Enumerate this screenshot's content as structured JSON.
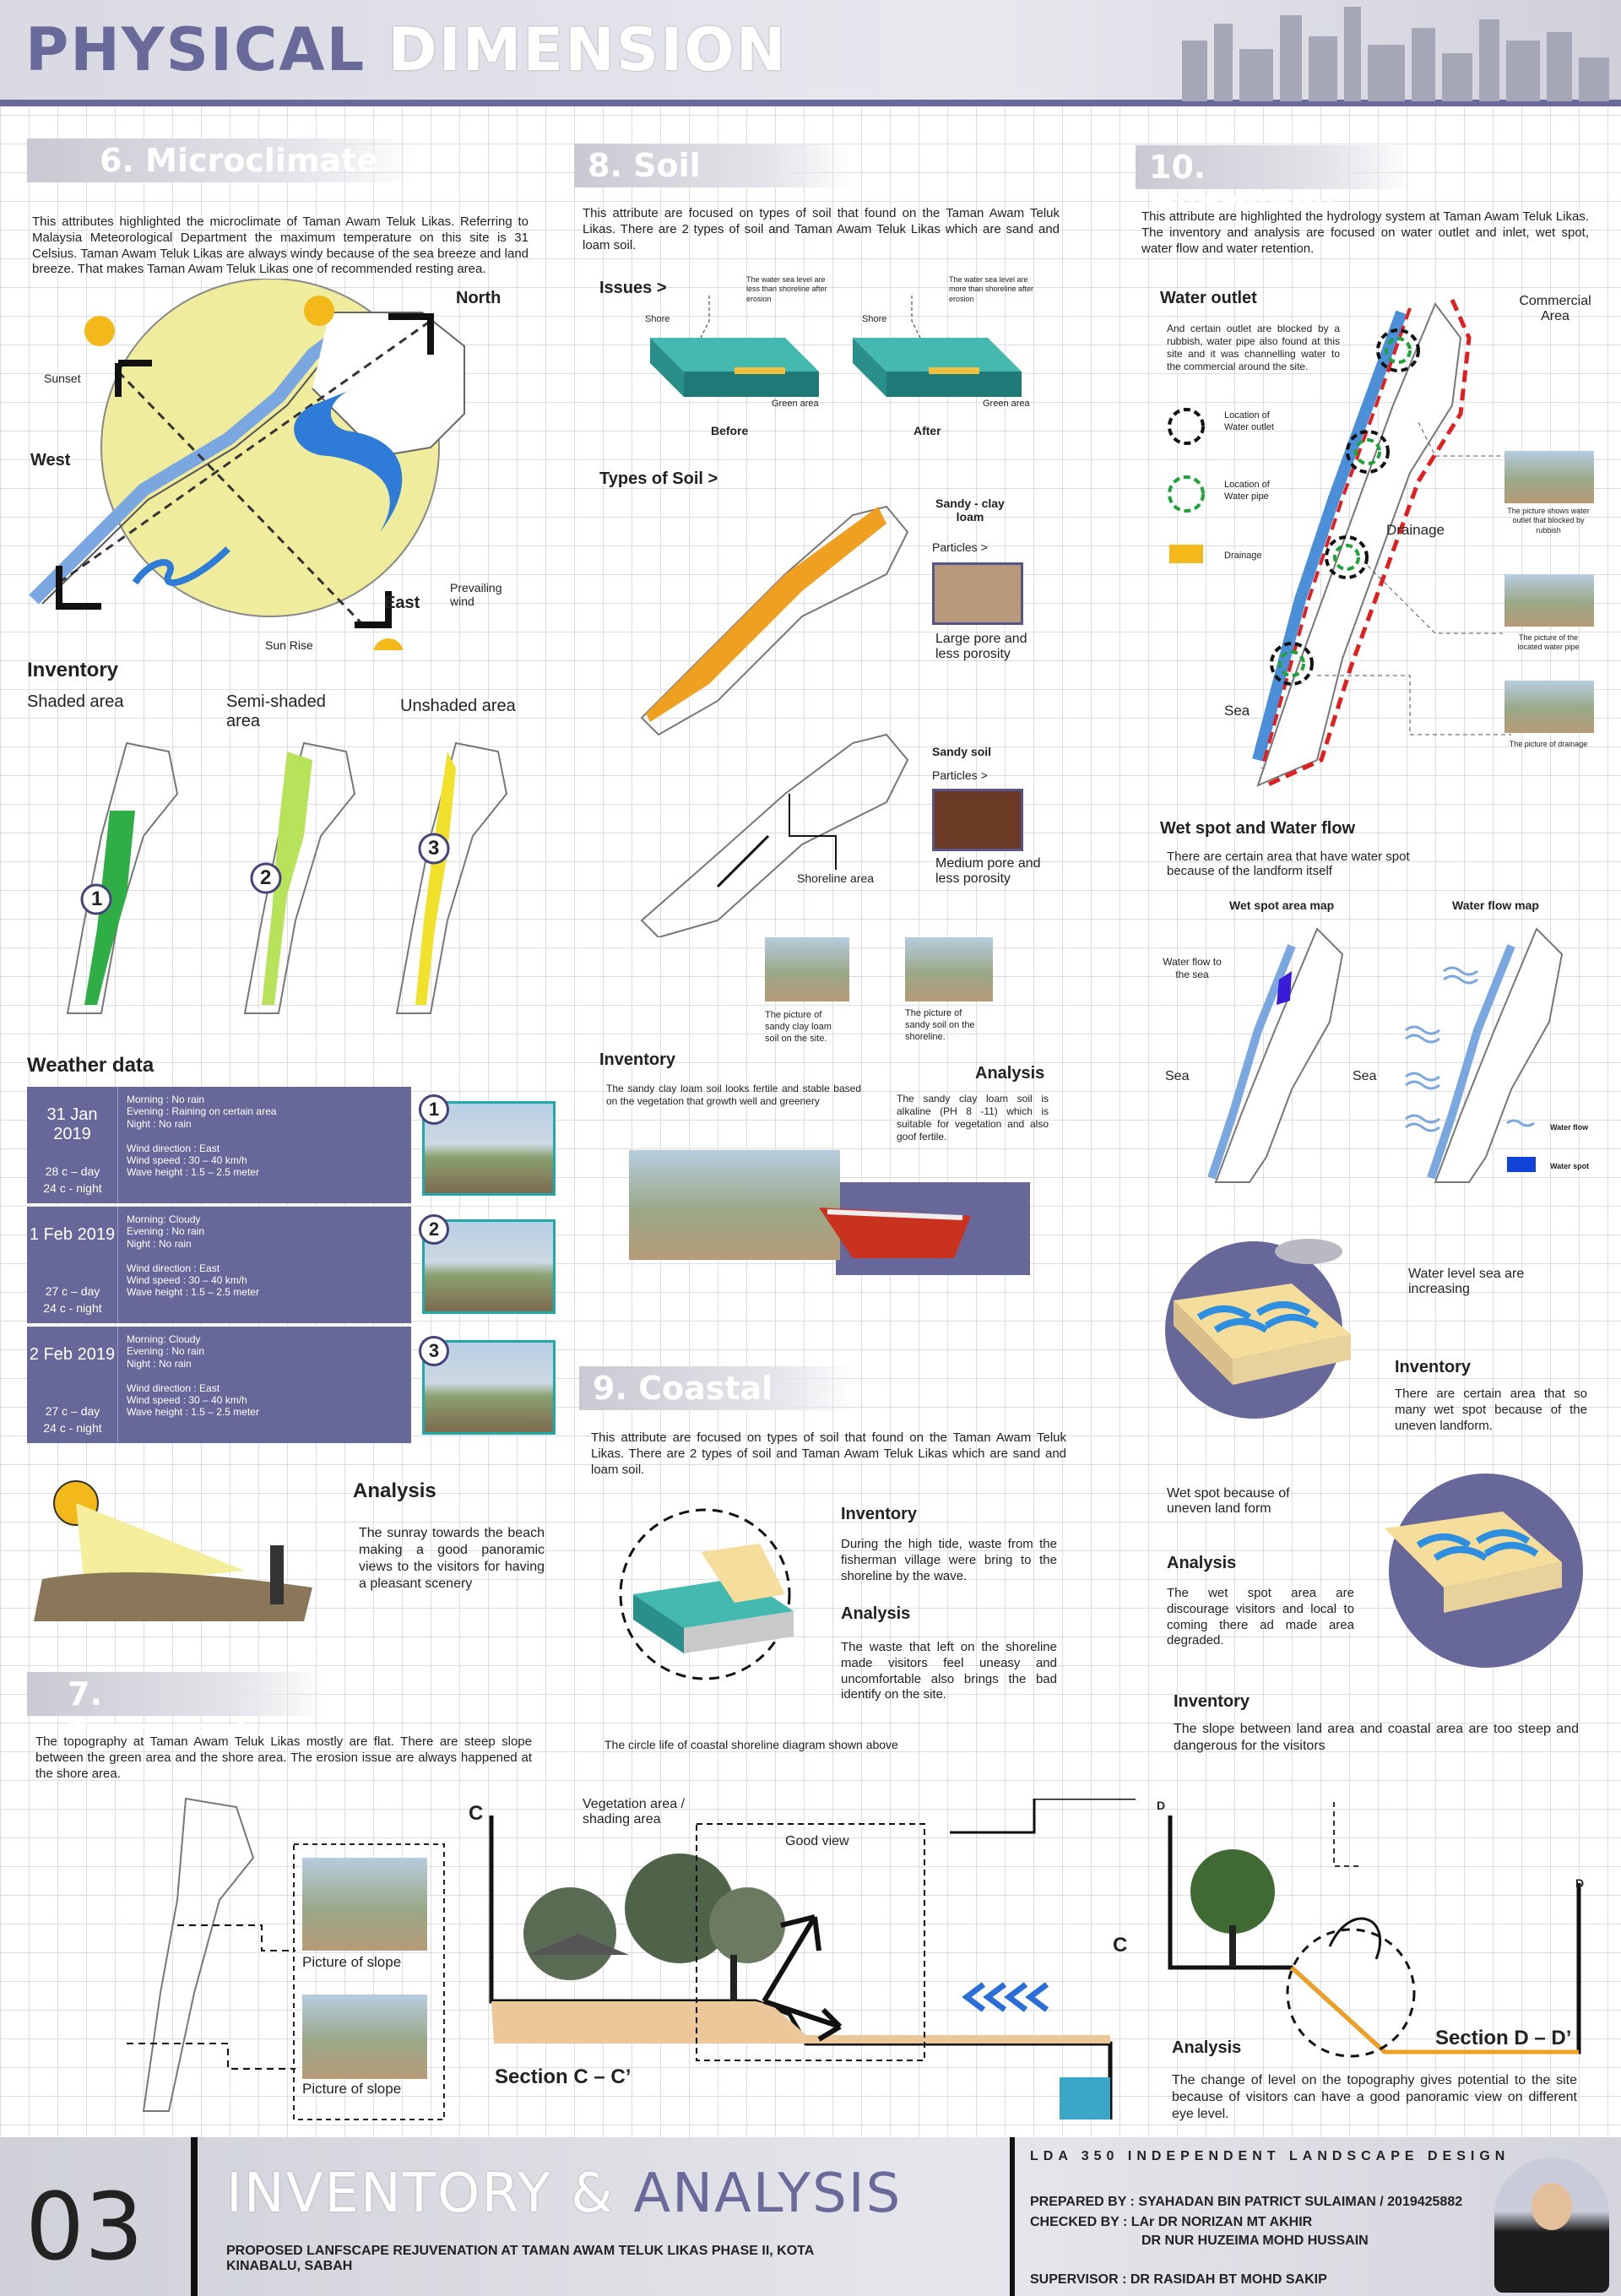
{
  "header": {
    "title_a": "PHYSICAL",
    "title_b": "DIMENSION"
  },
  "colors": {
    "accent": "#6a6a9a",
    "weather_panel": "#68679a",
    "orange": "#f0a020",
    "blue": "#4a8fd8",
    "yellow": "#f2ea7a",
    "green": "#1fa23a"
  },
  "micro": {
    "heading": "6. Microclimate",
    "para": "This attributes highlighted the microclimate of Taman Awam Teluk Likas. Referring to Malaysia Meteorological Department the maximum temperature on this site is 31 Celsius. Taman Awam Teluk Likas are always windy because of the sea breeze and land breeze. That makes Taman Awam Teluk Likas one of recommended resting area.",
    "north": "North",
    "west": "West",
    "east": "East",
    "sunset": "Sunset",
    "sunrise": "Sun Rise",
    "wind": "Prevailing wind",
    "inv_title": "Inventory",
    "shaded": "Shaded area",
    "semi": "Semi-shaded area",
    "unshaded": "Unshaded area",
    "n1": "1",
    "n2": "2",
    "n3": "3"
  },
  "weather": {
    "title": "Weather data",
    "rows": [
      {
        "date": "31 Jan 2019",
        "day": "28 c – day",
        "night": "24 c - night",
        "l1": "Morning : No rain",
        "l2": "Evening : Raining on certain area",
        "l3": "Night : No rain",
        "l4": "Wind direction : East",
        "l5": "Wind speed : 30 – 40 km/h",
        "l6": "Wave height : 1.5 – 2.5 meter",
        "num": "1"
      },
      {
        "date": "1 Feb 2019",
        "day": "27 c – day",
        "night": "24 c - night",
        "l1": "Morning: Cloudy",
        "l2": "Evening : No rain",
        "l3": "Night : No rain",
        "l4": "Wind direction : East",
        "l5": "Wind speed : 30 – 40 km/h",
        "l6": "Wave height : 1.5 – 2.5 meter",
        "num": "2"
      },
      {
        "date": "2 Feb 2019",
        "day": "27 c – day",
        "night": "24 c - night",
        "l1": "Morning: Cloudy",
        "l2": "Evening : No rain",
        "l3": "Night : No rain",
        "l4": "Wind direction : East",
        "l5": "Wind speed : 30 – 40 km/h",
        "l6": "Wave height : 1.5 – 2.5 meter",
        "num": "3"
      }
    ]
  },
  "sunray": {
    "title": "Analysis",
    "text": "The sunray towards the beach making a good panoramic views to the visitors for having a pleasant scenery"
  },
  "topo": {
    "heading": "7. Topography",
    "para": "The topography at Taman Awam Teluk Likas mostly are flat. There are steep slope between the green area and the shore area. The erosion issue are always happened at the shore area.",
    "pic1": "Picture of slope",
    "pic2": "Picture of slope",
    "veg": "Vegetation area / shading area",
    "good": "Good view",
    "secc": "Section C – C’",
    "c": "C",
    "secd": "Section D – D’",
    "d": "D",
    "inv_title": "Inventory",
    "inv_text": "The slope between land area and coastal area are too steep and dangerous for the visitors",
    "ana_title": "Analysis",
    "ana_text": "The change of level on the topography gives potential to the site because of visitors can have a good panoramic view on different eye level."
  },
  "soil": {
    "heading": "8. Soil",
    "para": "This attribute are focused on types of soil that found on the Taman Awam Teluk Likas. There are 2 types of soil and Taman Awam Teluk Likas which are sand and loam soil.",
    "issues": "Issues >",
    "shore": "Shore",
    "green": "Green area",
    "before": "Before",
    "after": "After",
    "note1": "The water sea level are less than shoreline after erosion",
    "note2": "The water sea level are more than shoreline after erosion",
    "types": "Types of Soil >",
    "sc_title": "Sandy - clay loam",
    "particles": "Particles >",
    "sc_desc": "Large pore and less porosity",
    "ss_title": "Sandy soil",
    "ss_desc": "Medium pore and less porosity",
    "shoreline": "Shoreline area",
    "cap1": "The picture of sandy clay loam soil on the site.",
    "cap2": "The picture of sandy soil on the shoreline.",
    "inv_title": "Inventory",
    "inv_text": "The sandy clay loam soil looks fertile and stable based on the vegetation that growth well and greenery",
    "ana_title": "Analysis",
    "ana_text": "The sandy clay loam soil is alkaline (PH 8 -11) which is suitable for vegetation and also goof fertile."
  },
  "coastal": {
    "heading": "9. Coastal",
    "para": "This attribute are focused on types of soil that found on the Taman Awam Teluk Likas. There are 2 types of soil and Taman Awam Teluk Likas which are sand and loam soil.",
    "inv_title": "Inventory",
    "inv_text": "During the high tide, waste from the fisherman village were bring to the shoreline by the wave.",
    "ana_title": "Analysis",
    "ana_text": "The waste that left on the shoreline made visitors feel uneasy and uncomfortable also brings the bad identify on the site.",
    "caption": "The circle life of coastal shoreline diagram shown above"
  },
  "hydro": {
    "heading": "10. Hydrology",
    "para": "This attribute are highlighted the hydrology system at Taman Awam Teluk Likas. The inventory and analysis are focused on water outlet and inlet, wet spot, water flow and water retention.",
    "outlet": "Water outlet",
    "outlet_text": "And certain outlet are blocked by a rubbish, water pipe also found at this site and it was channelling water to the commercial around the site.",
    "leg1": "Location of Water outlet",
    "leg2": "Location of Water pipe",
    "leg3": "Drainage",
    "commercial": "Commercial Area",
    "drainage": "Drainage",
    "sea": "Sea",
    "cap1": "The picture shows water outlet that blocked by rubbish",
    "cap2": "The picture of the located water pipe",
    "cap3": "The picture of drainage",
    "wet_title": "Wet spot and Water flow",
    "wet_text": "There are certain area that have water spot because of the landform itself",
    "map1": "Wet spot area map",
    "map2": "Water flow map",
    "flow_sea": "Water flow to the sea",
    "sea1": "Sea",
    "sea2": "Sea",
    "wflow": "Water flow",
    "wspot": "Water spot",
    "level": "Water level sea are increasing",
    "inv_title": "Inventory",
    "inv_text": "There are certain area that so many wet spot because of the uneven landform.",
    "uneven": "Wet spot because of uneven land form",
    "ana_title": "Analysis",
    "ana_text": "The wet spot area are discourage visitors and local to coming there ad made area degraded."
  },
  "footer": {
    "num": "03",
    "title_a": "INVENTORY & ",
    "title_b": "ANALYSIS",
    "sub": "PROPOSED LANFSCAPE REJUVENATION AT TAMAN AWAM TELUK LIKAS PHASE II, KOTA KINABALU, SABAH",
    "course": "LDA 350 INDEPENDENT LANDSCAPE DESIGN",
    "prep": "PREPARED BY : SYAHADAN BIN PATRICT SULAIMAN / 2019425882",
    "chk1": "CHECKED BY   : LAr DR NORIZAN MT AKHIR",
    "chk2": "DR NUR HUZEIMA MOHD HUSSAIN",
    "sup": "SUPERVISOR    : DR RASIDAH BT MOHD SAKIP"
  }
}
